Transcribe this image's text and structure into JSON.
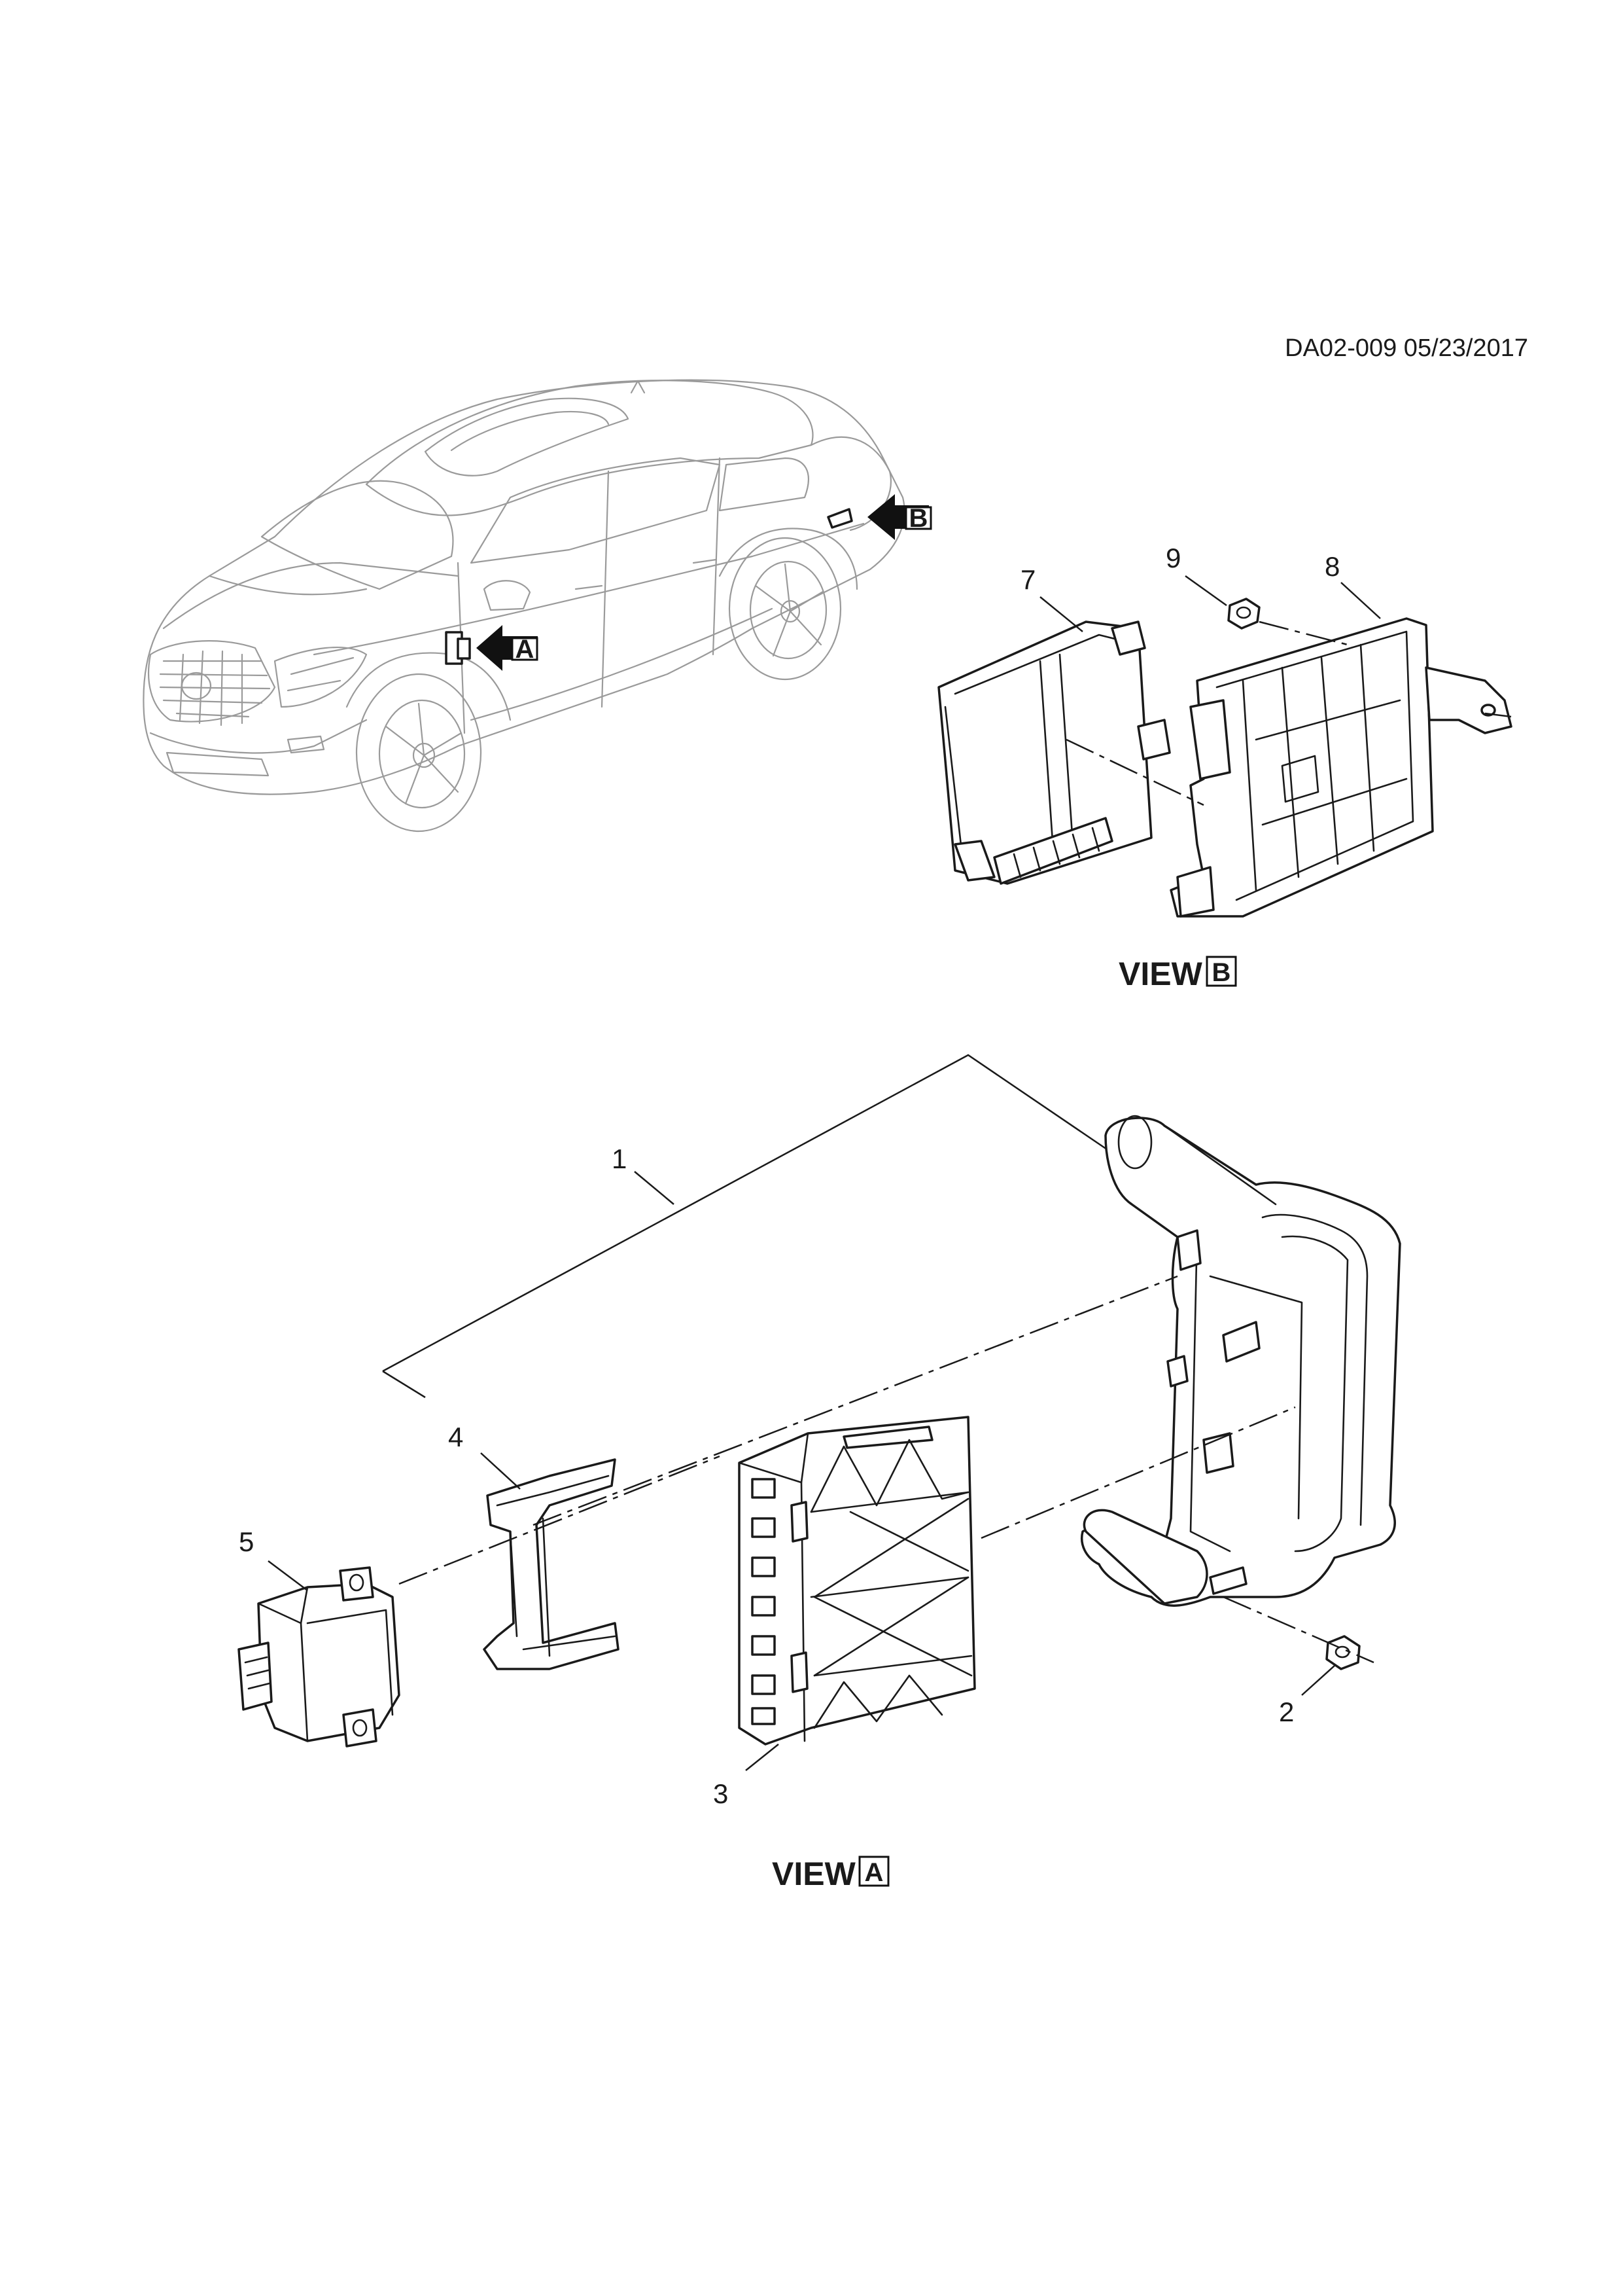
{
  "header": {
    "code": "DA02-009 05/23/2017"
  },
  "overview": {
    "marker_a": "A",
    "marker_b": "B"
  },
  "view_b": {
    "title_word": "VIEW",
    "title_box": "B",
    "callouts": [
      "7",
      "8",
      "9"
    ]
  },
  "view_a": {
    "title_word": "VIEW",
    "title_box": "A",
    "callouts": [
      "1",
      "2",
      "3",
      "4",
      "5"
    ]
  }
}
